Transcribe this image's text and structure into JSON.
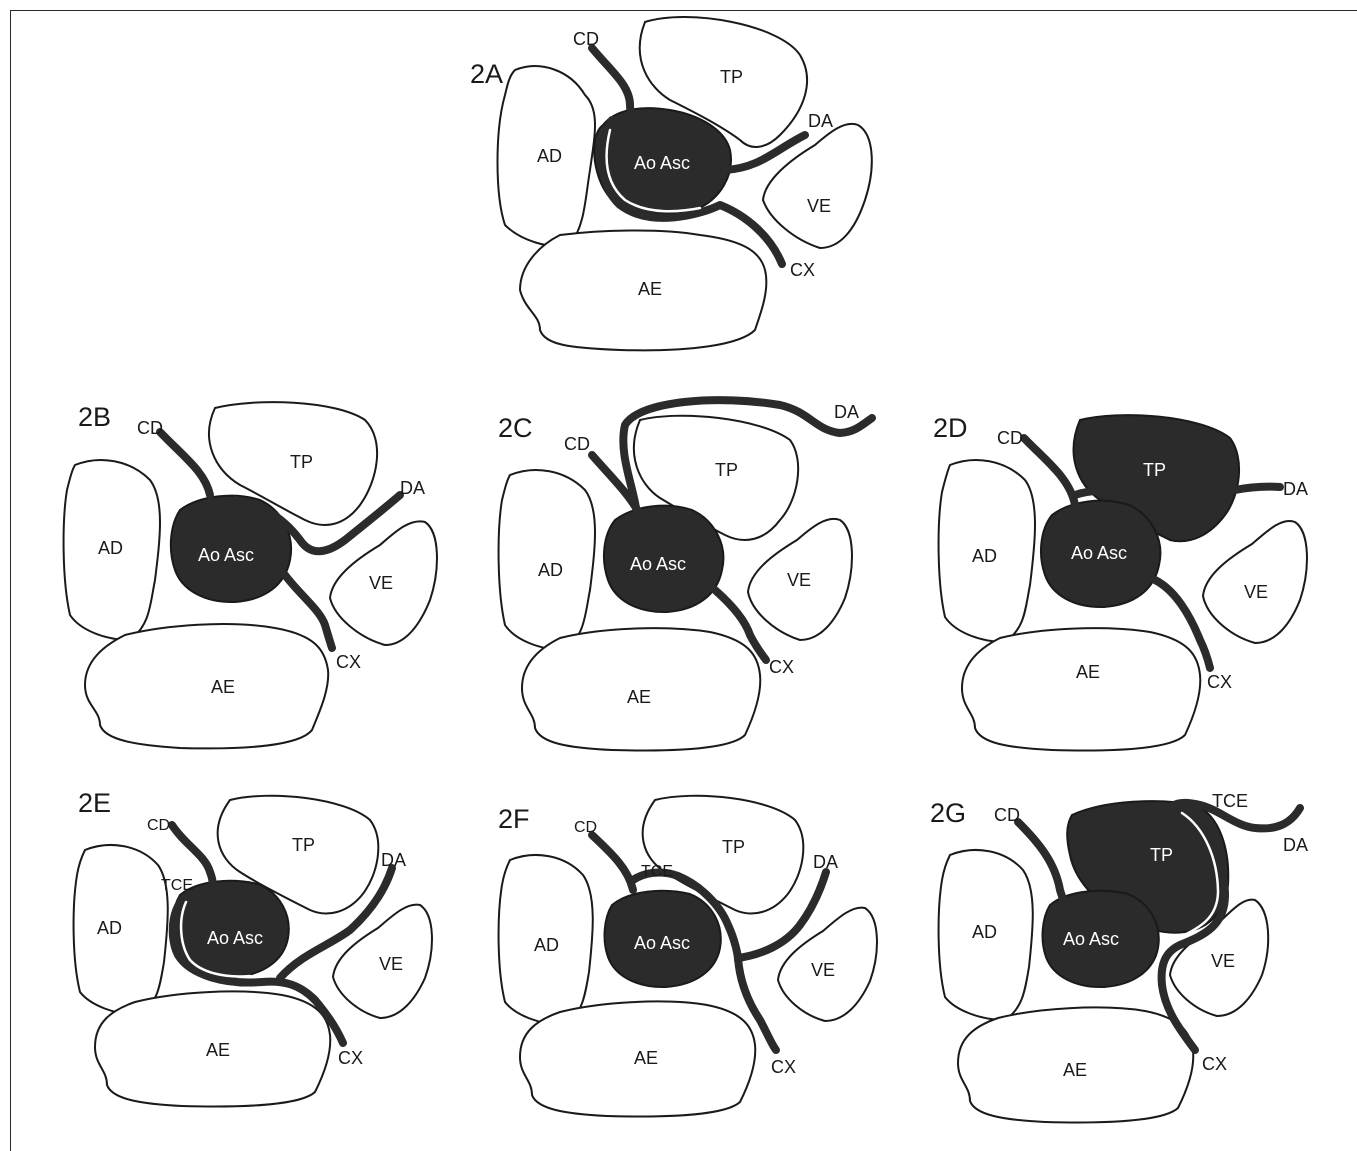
{
  "panels": [
    {
      "id": "2A",
      "labels": {
        "CD": "CD",
        "TP": "TP",
        "DA": "DA",
        "AD": "AD",
        "AoAsc": "Ao Asc",
        "VE": "VE",
        "AE": "AE",
        "CX": "CX"
      }
    },
    {
      "id": "2B",
      "labels": {
        "CD": "CD",
        "TP": "TP",
        "DA": "DA",
        "AD": "AD",
        "AoAsc": "Ao Asc",
        "VE": "VE",
        "AE": "AE",
        "CX": "CX"
      }
    },
    {
      "id": "2C",
      "labels": {
        "CD": "CD",
        "TP": "TP",
        "DA": "DA",
        "AD": "AD",
        "AoAsc": "Ao Asc",
        "VE": "VE",
        "AE": "AE",
        "CX": "CX"
      }
    },
    {
      "id": "2D",
      "labels": {
        "CD": "CD",
        "TP": "TP",
        "DA": "DA",
        "AD": "AD",
        "AoAsc": "Ao Asc",
        "VE": "VE",
        "AE": "AE",
        "CX": "CX"
      }
    },
    {
      "id": "2E",
      "labels": {
        "CD": "CD",
        "TCE": "TCE",
        "TP": "TP",
        "DA": "DA",
        "AD": "AD",
        "AoAsc": "Ao Asc",
        "VE": "VE",
        "AE": "AE",
        "CX": "CX"
      }
    },
    {
      "id": "2F",
      "labels": {
        "CD": "CD",
        "TCE": "TCE",
        "TP": "TP",
        "DA": "DA",
        "AD": "AD",
        "AoAsc": "Ao Asc",
        "VE": "VE",
        "AE": "AE",
        "CX": "CX"
      }
    },
    {
      "id": "2G",
      "labels": {
        "CD": "CD",
        "TCE": "TCE",
        "TP": "TP",
        "DA": "DA",
        "AD": "AD",
        "AoAsc": "Ao Asc",
        "VE": "VE",
        "AE": "AE",
        "CX": "CX"
      }
    }
  ],
  "colors": {
    "dark_fill": "#2b2b2b",
    "outline": "#1a1a1a",
    "background": "#ffffff"
  }
}
